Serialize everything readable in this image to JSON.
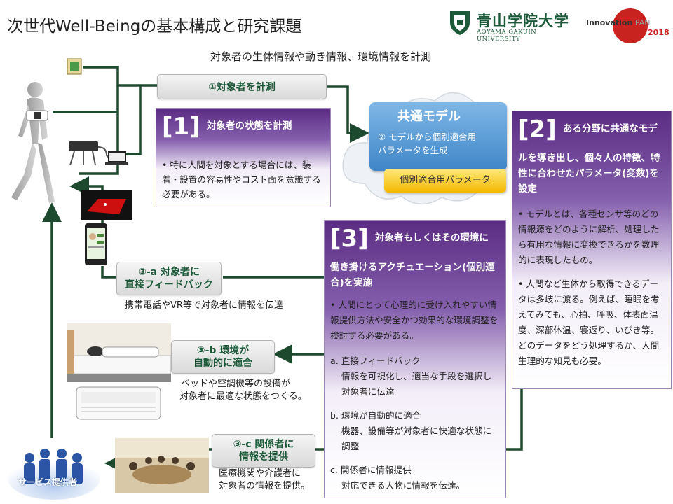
{
  "title": "次世代Well-Beingの基本構成と研究課題",
  "subtitle": "対象者の生体情報や動き情報、環境情報を計測",
  "logos": {
    "aoyama_name": "青山学院大学",
    "aoyama_en": "AOYAMA GAKUIN UNIVERSITY",
    "innovation_text": "Innovation",
    "innovation_suffix": "PAN",
    "innovation_year": "2018"
  },
  "steps": {
    "measure": "①対象者を計測",
    "feedback_a_line1": "③-a 対象者に",
    "feedback_a_line2": "直接フィードバック",
    "feedback_b_line1": "③-b 環境が",
    "feedback_b_line2": "自動的に適合",
    "feedback_c_line1": "③-c 関係者に",
    "feedback_c_line2": "情報を提供"
  },
  "box1": {
    "num": "[1]",
    "head": "対象者の状態を計測",
    "bullet": "• 特に人間を対象とする場合には、装着・設置の容易性やコスト面を意識する必要がある。"
  },
  "model": {
    "title": "共通モデル",
    "step": "② モデルから個別適合用パラメータを生成",
    "param": "個別適合用パラメータ"
  },
  "box2": {
    "num": "[2]",
    "head_inline": "ある分野に共通なモデ",
    "head_rest": "ルを導き出し、個々人の特徴、特性に合わせたパラメータ(変数)を設定",
    "bullet1": "• モデルとは、各種センサ等のどの情報源をどのように解析、処理したら有用な情報に変換できるかを数理的に表現したもの。",
    "bullet2": "• 人間など生体から取得できるデータは多岐に渡る。例えば、睡眠を考えてみても、心拍、呼吸、体表面温度、深部体温、寝返り、いびき等。どのデータをどう処理するか、人間生理的な知見も必要。"
  },
  "box3": {
    "num": "[3]",
    "head_inline": "対象者もしくはその環境に",
    "head_rest": "働き掛けるアクチュエーション(個別適合)を実施",
    "bullet": "• 人間にとって心理的に受け入れやすい情報提供方法や安全かつ効果的な環境調整を検討する必要がある。",
    "item_a_title": "a. 直接フィードバック",
    "item_a_body": "情報を可視化し、適当な手段を選択し対象者に伝達。",
    "item_b_title": "b. 環境が自動的に適合",
    "item_b_body": "機器、設備等が対象者に快適な状態に調整",
    "item_c_title": "c. 関係者に情報提供",
    "item_c_body": "対応できる人物に情報を伝達。"
  },
  "captions": {
    "a": "携帯電話やVR等で対象者に情報を伝達",
    "b_line1": "ベッドや空調機等の設備が",
    "b_line2": "対象者に最適な状態をつくる。",
    "c_line1": "医療機関や介護者に",
    "c_line2": "対象者の情報を提供。"
  },
  "service_label": "サービス提供者",
  "colors": {
    "line_green": "#1d4a2e",
    "purple_dark": "#5b2c83",
    "model_blue": "#3f86c8",
    "param_yellow": "#f3b800"
  }
}
